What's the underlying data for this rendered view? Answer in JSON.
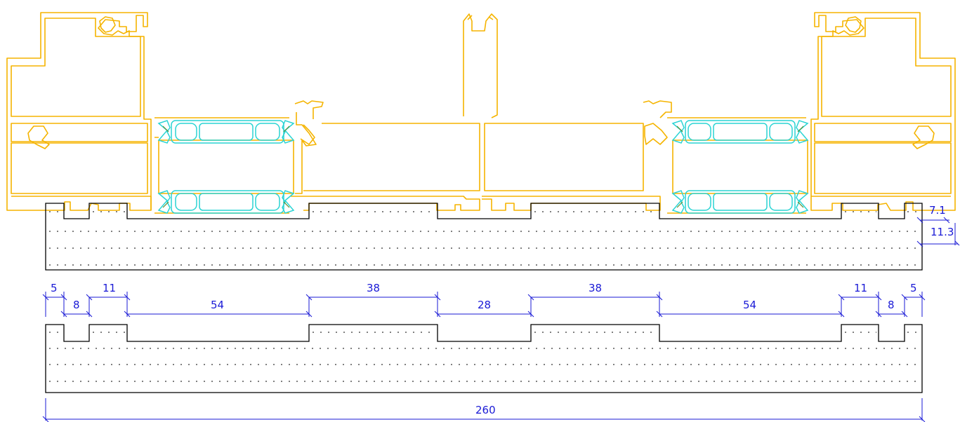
{
  "colors": {
    "aluminium_profile": "#f5b400",
    "thermal_break_strips": "#2ad4d4",
    "dimension": "#1a1ad6",
    "block_outline": "#000000"
  },
  "dimensions": {
    "offset_small": "7.1",
    "offset_large": "11.3",
    "seg_5_left": "5",
    "seg_8_left": "8",
    "seg_11_left": "11",
    "seg_54_left": "54",
    "seg_38_left": "38",
    "seg_28": "28",
    "seg_38_right": "38",
    "seg_54_right": "54",
    "seg_11_right": "11",
    "seg_8_right": "8",
    "seg_5_right": "5",
    "overall_length": "260"
  }
}
